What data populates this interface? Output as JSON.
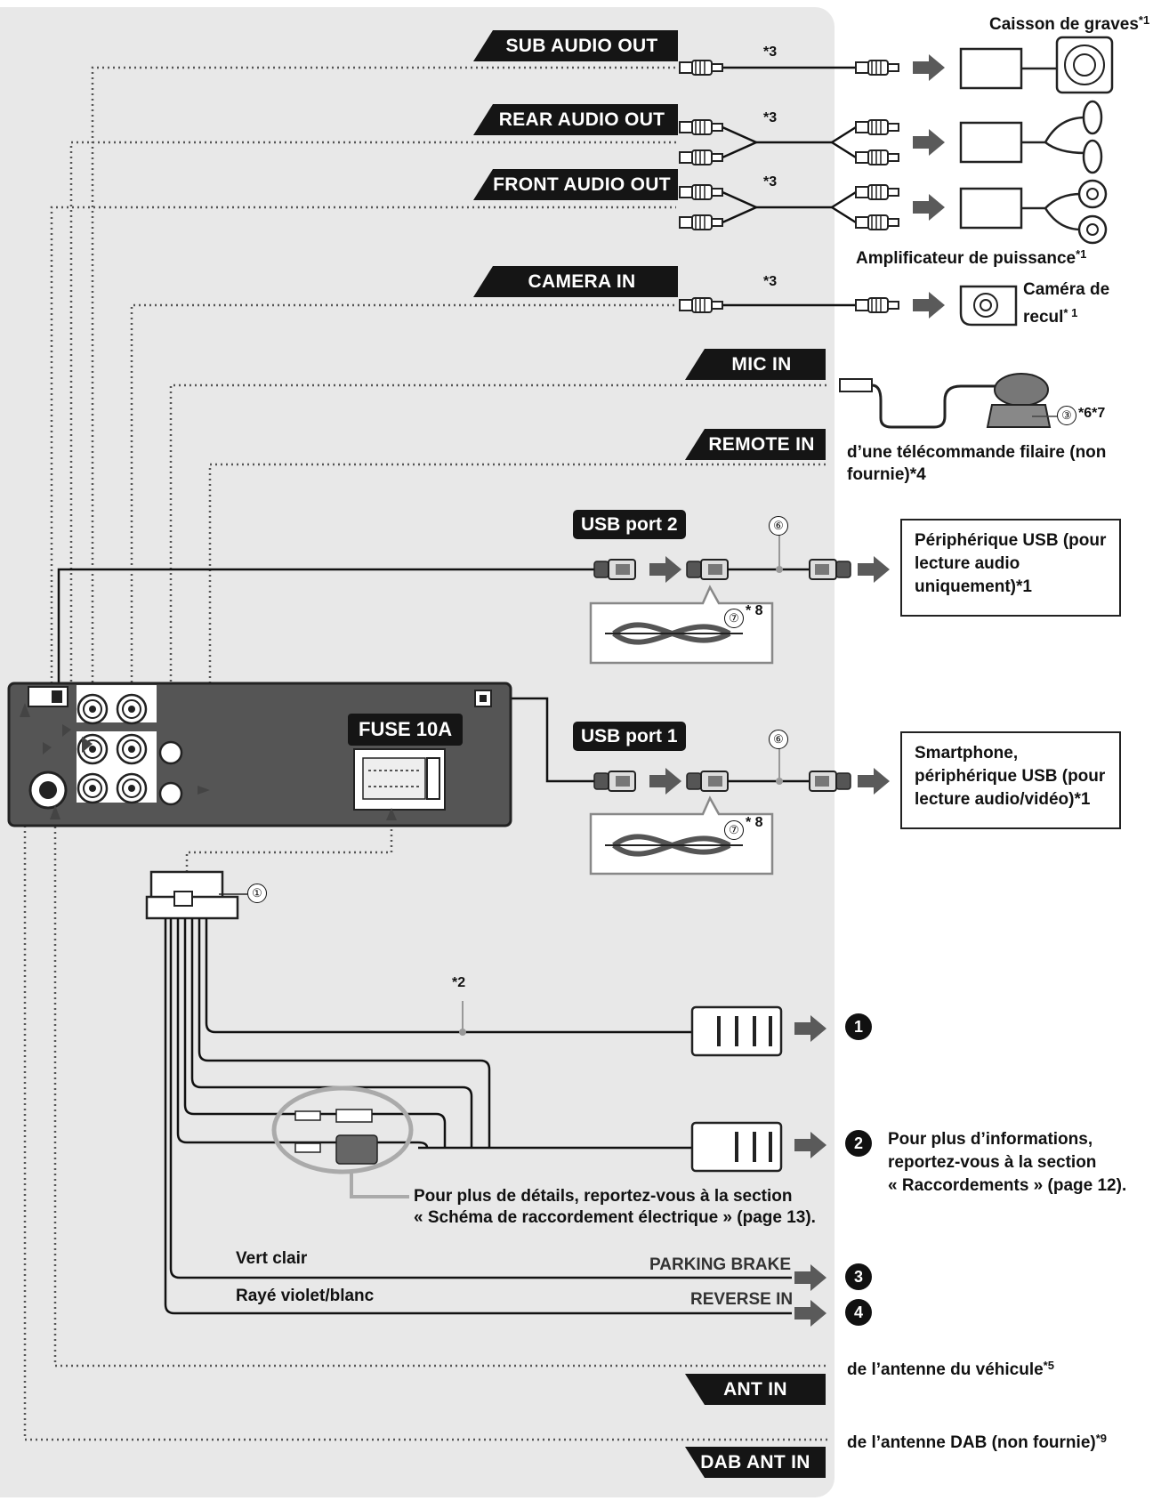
{
  "ports": {
    "sub_audio_out": "SUB AUDIO OUT",
    "rear_audio_out": "REAR AUDIO OUT",
    "front_audio_out": "FRONT AUDIO OUT",
    "camera_in": "CAMERA IN",
    "mic_in": "MIC IN",
    "remote_in": "REMOTE IN",
    "usb_port_2": "USB port 2",
    "usb_port_1": "USB port 1",
    "fuse": "FUSE 10A",
    "parking_brake": "PARKING BRAKE",
    "reverse_in": "REVERSE IN",
    "ant_in": "ANT IN",
    "dab_ant_in": "DAB ANT IN"
  },
  "devices": {
    "subwoofer": "Caisson de graves",
    "subwoofer_note": "*1",
    "amplifier": "Amplificateur de puissance",
    "amplifier_note": "*1",
    "camera_line1": "Caméra de",
    "camera_line2": "recul",
    "camera_note": "* 1",
    "remote_line1": "d’une télécommande filaire (non",
    "remote_line2": "fournie)*4",
    "usb_device_line1": "Périphérique USB (pour",
    "usb_device_line2": "lecture audio",
    "usb_device_line3": "uniquement)*1",
    "smartphone_line1": "Smartphone,",
    "smartphone_line2": "périphérique USB (pour",
    "smartphone_line3": "lecture audio/vidéo)*1",
    "vehicle_antenna": "de l’antenne du véhicule",
    "vehicle_antenna_note": "*5",
    "dab_antenna": "de l’antenne DAB (non fournie)",
    "dab_antenna_note": "*9"
  },
  "notes": {
    "star3": "*3",
    "star2": "*2",
    "mic_note": "*6*7",
    "clamp_note": "* 8",
    "mic_num": "③",
    "clamp_num": "⑦",
    "cable_num": "⑥",
    "harness_num": "①"
  },
  "harness": {
    "wire_green": "Vert clair",
    "wire_violet": "Rayé violet/blanc",
    "detail_line1": "Pour plus de détails, reportez-vous à la section",
    "detail_line2": "« Schéma de raccordement électrique » (page 13).",
    "connections_line1": "Pour plus d’informations,",
    "connections_line2": "reportez-vous à la section",
    "connections_line3": "« Raccordements » (page 12)."
  },
  "markers": {
    "m1": "1",
    "m2": "2",
    "m3": "3",
    "m4": "4"
  }
}
